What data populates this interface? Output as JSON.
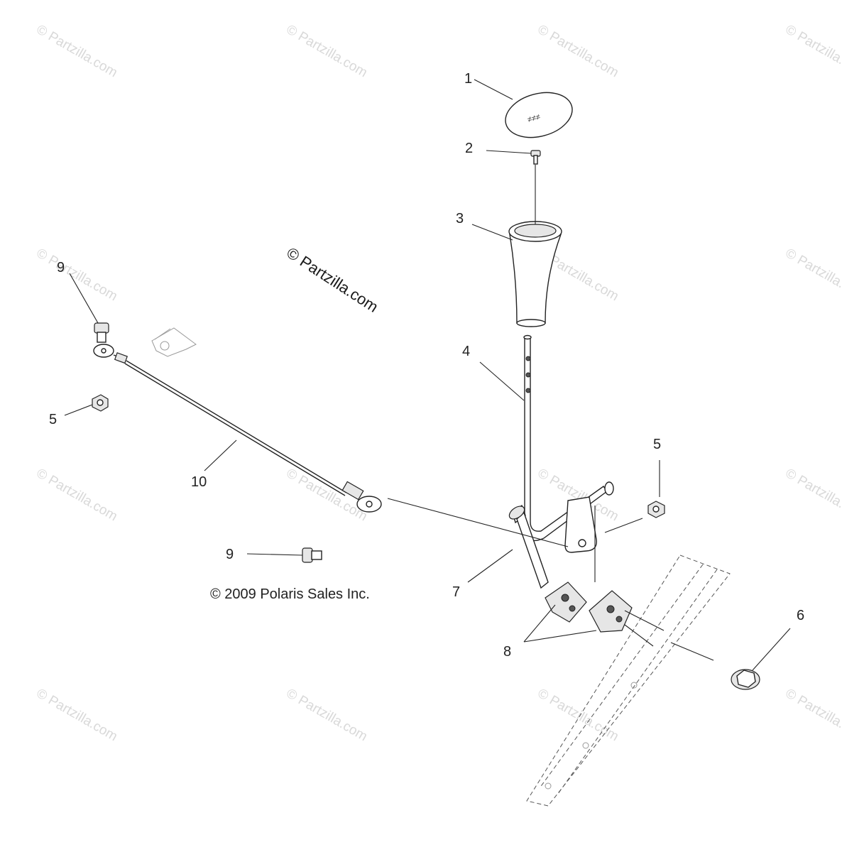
{
  "watermark": "© Partzilla.com",
  "center_watermark": "© Partzilla.com",
  "copyright": "© 2009 Polaris Sales Inc.",
  "callouts": {
    "c1": "1",
    "c2": "2",
    "c3": "3",
    "c4": "4",
    "c5a": "5",
    "c5b": "5",
    "c6": "6",
    "c7": "7",
    "c8": "8",
    "c9a": "9",
    "c9b": "9",
    "c10": "10"
  }
}
